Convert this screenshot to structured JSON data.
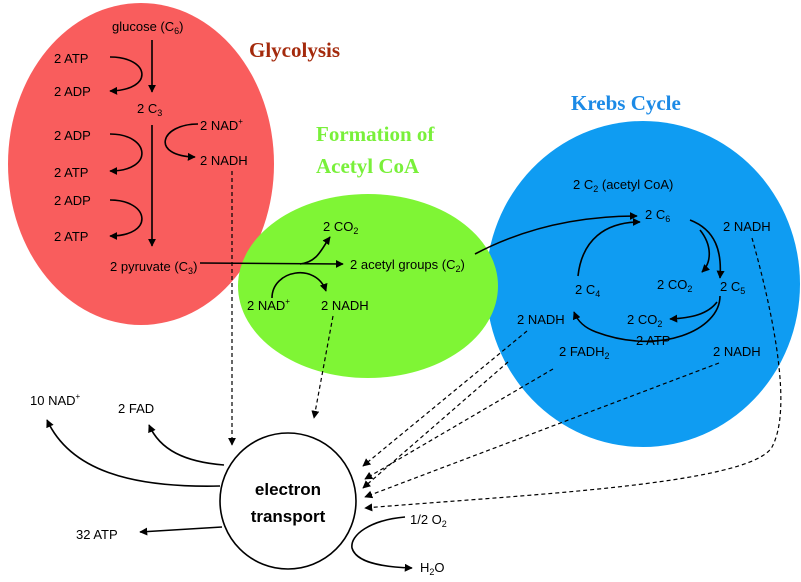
{
  "colors": {
    "glycolysis": "#f95d5d",
    "acetyl": "#7ff535",
    "krebs": "#0f9cf2",
    "glycolysis_title": "#a42a0c",
    "acetyl_title": "#79f03a",
    "krebs_title": "#1c8ae6"
  },
  "titles": {
    "glycolysis": "Glycolysis",
    "acetyl_line1": "Formation of",
    "acetyl_line2": "Acetyl CoA",
    "krebs": "Krebs Cycle"
  },
  "glycolysis": {
    "glucose": "glucose (C",
    "glucose_sub": "6",
    "atp_in": "2 ATP",
    "adp_out": "2 ADP",
    "c3": "2 C",
    "c3_sub": "3",
    "nad": "2 NAD",
    "adp_in_1": "2 ADP",
    "nadh": "2 NADH",
    "atp_out_1": "2 ATP",
    "adp_in_2": "2 ADP",
    "atp_out_2": "2 ATP",
    "pyruvate": "2 pyruvate (C",
    "pyruvate_sub": "3"
  },
  "acetyl": {
    "co2": "2 CO",
    "co2_sub": "2",
    "acetyl_groups": "2 acetyl groups (C",
    "acetyl_groups_sub": "2",
    "nad": "2 NAD",
    "nadh": "2 NADH"
  },
  "krebs": {
    "acetyl_coa": "2 C",
    "acetyl_coa_sub": "2",
    "acetyl_coa_rest": " (acetyl CoA)",
    "c6": "2 C",
    "c6_sub": "6",
    "nadh_top": "2 NADH",
    "co2_a": "2 CO",
    "co2_a_sub": "2",
    "c5": "2 C",
    "c5_sub": "5",
    "c4": "2 C",
    "c4_sub": "4",
    "nadh_left": "2 NADH",
    "co2_b": "2 CO",
    "co2_b_sub": "2",
    "atp": "2 ATP",
    "fadh2": "2 FADH",
    "fadh2_sub": "2",
    "nadh_bottom": "2 NADH"
  },
  "electron_transport": {
    "line1": "electron",
    "line2": "transport",
    "nad_out": "10 NAD",
    "fad_out": "2 FAD",
    "atp_out": "32 ATP",
    "o2_in": "1/2 O",
    "o2_sub": "2",
    "h2o": "H",
    "h2o_sub": "2",
    "h2o_rest": "O"
  },
  "superscript_plus": "+"
}
